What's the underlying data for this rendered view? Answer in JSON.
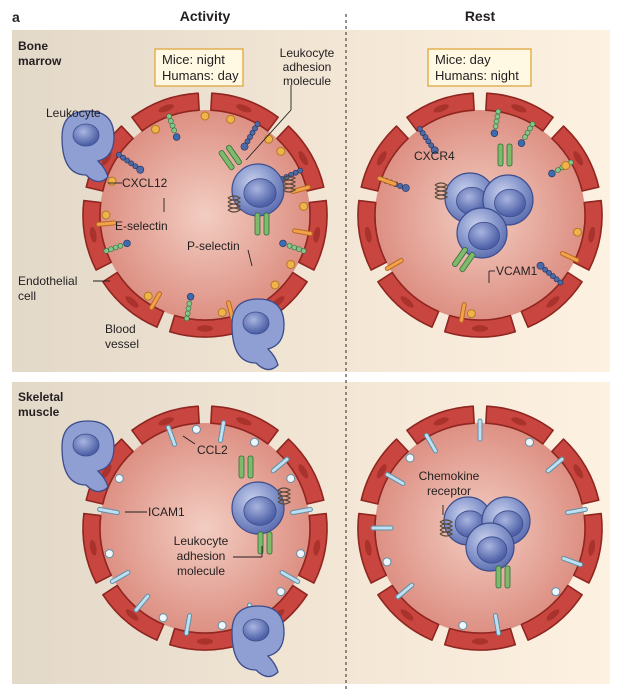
{
  "figure": {
    "panel_letter": "a",
    "column_headers": [
      "Activity",
      "Rest"
    ],
    "row_labels": [
      {
        "line1": "Bone",
        "line2": "marrow"
      },
      {
        "line1": "Skeletal",
        "line2": "muscle"
      }
    ],
    "boxes": {
      "activity": {
        "line1": "Mice: night",
        "line2": "Humans: day"
      },
      "rest": {
        "line1": "Mice: day",
        "line2": "Humans: night"
      }
    },
    "labels": {
      "leukocyte": "Leukocyte",
      "lam_top": [
        "Leukocyte",
        "adhesion",
        "molecule"
      ],
      "cxcl12": "CXCL12",
      "eselectin": "E-selectin",
      "pselectin": "P-selectin",
      "endothelial": [
        "Endothelial",
        "cell"
      ],
      "blood_vessel": [
        "Blood",
        "vessel"
      ],
      "cxcr4": "CXCR4",
      "vcam1": "VCAM1",
      "ccl2": "CCL2",
      "icam1": "ICAM1",
      "lam_bottom": [
        "Leukocyte",
        "adhesion",
        "molecule"
      ],
      "chemokine_receptor": [
        "Chemokine",
        "receptor"
      ]
    },
    "colors": {
      "vessel_wall": "#c8463f",
      "vessel_wall_dark": "#8f2620",
      "lumen": "#e6a59a",
      "leukocyte": "#7f8fc7",
      "leukocyte_nucleus": "#4e62a8",
      "panel_bg_left": "#e5dccd",
      "panel_bg_right": "#fbeede",
      "selectin_blue": "#4e6aa6",
      "green_molecule": "#7fb96a",
      "cxcl12_dot": "#f1b24a",
      "ccl2_dot": "#eef6fb"
    }
  }
}
